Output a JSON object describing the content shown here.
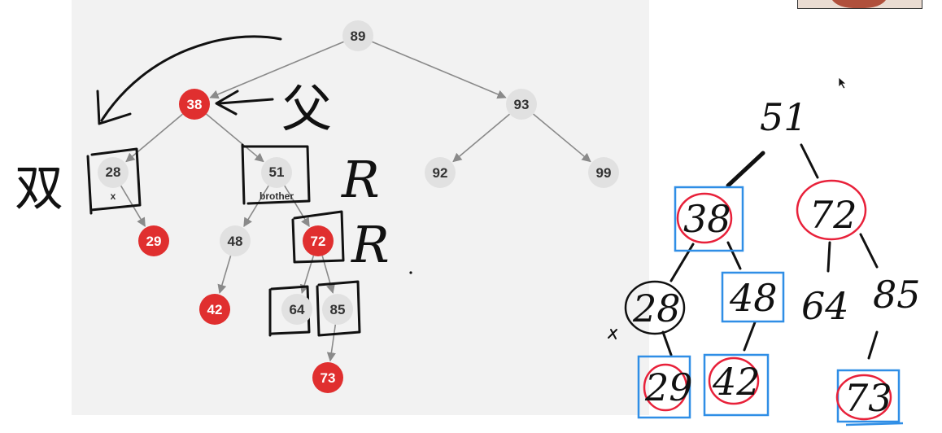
{
  "colors": {
    "canvas": "#f2f2f2",
    "gray_node": "#e1e1e1",
    "red_node": "#e02f2f",
    "edge": "#8a8a8a",
    "ink": "#111111",
    "pen_red": "#e8213a",
    "pen_blue": "#2f8ee6"
  },
  "tree": {
    "nodes": [
      {
        "id": "89",
        "label": "89",
        "color": "gray"
      },
      {
        "id": "38",
        "label": "38",
        "color": "red"
      },
      {
        "id": "93",
        "label": "93",
        "color": "gray"
      },
      {
        "id": "28",
        "label": "28",
        "color": "gray",
        "tag": "x"
      },
      {
        "id": "51",
        "label": "51",
        "color": "gray",
        "tag": "brother"
      },
      {
        "id": "92",
        "label": "92",
        "color": "gray"
      },
      {
        "id": "99",
        "label": "99",
        "color": "gray"
      },
      {
        "id": "29",
        "label": "29",
        "color": "red"
      },
      {
        "id": "48",
        "label": "48",
        "color": "gray"
      },
      {
        "id": "72",
        "label": "72",
        "color": "red"
      },
      {
        "id": "42",
        "label": "42",
        "color": "red"
      },
      {
        "id": "64",
        "label": "64",
        "color": "gray"
      },
      {
        "id": "85",
        "label": "85",
        "color": "gray"
      },
      {
        "id": "73",
        "label": "73",
        "color": "red"
      }
    ],
    "edges": [
      [
        "89",
        "38"
      ],
      [
        "89",
        "93"
      ],
      [
        "38",
        "28"
      ],
      [
        "38",
        "51"
      ],
      [
        "93",
        "92"
      ],
      [
        "93",
        "99"
      ],
      [
        "28",
        "29"
      ],
      [
        "51",
        "48"
      ],
      [
        "51",
        "72"
      ],
      [
        "48",
        "42"
      ],
      [
        "72",
        "64"
      ],
      [
        "72",
        "85"
      ],
      [
        "85",
        "73"
      ]
    ]
  },
  "annotations": {
    "father_char": "父",
    "double_char": "双",
    "r_mark": "R"
  },
  "sketch": {
    "root": "51",
    "left": "38",
    "right": "72",
    "row3": [
      "28",
      "48",
      "64",
      "85"
    ],
    "row4": [
      "29",
      "42",
      "73"
    ],
    "x_mark": "x"
  }
}
